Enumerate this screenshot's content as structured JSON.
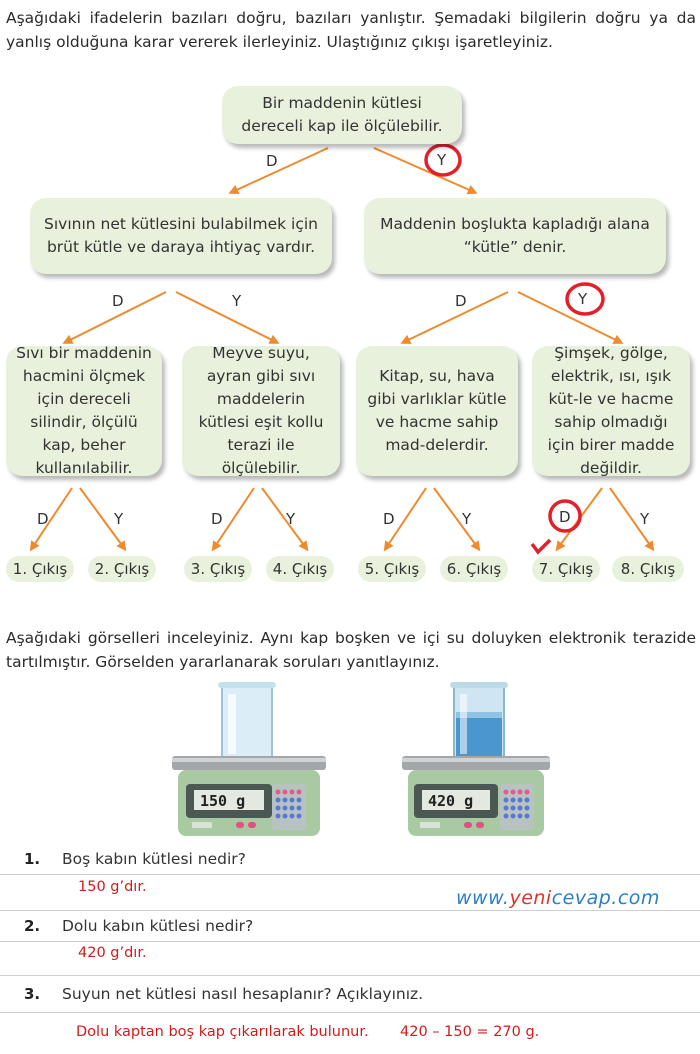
{
  "intro": "Aşağıdaki ifadelerin bazıları doğru, bazıları yanlıştır. Şemadaki bilgilerin doğru ya da yanlış olduğuna karar vererek ilerleyiniz. Ulaştığınız çıkışı işaretleyiniz.",
  "tree": {
    "root": "Bir maddenin kütlesi dereceli kap ile ölçülebilir.",
    "level2": [
      "Sıvının net kütlesini bulabilmek için brüt kütle ve daraya ihtiyaç vardır.",
      "Maddenin boşlukta kapladığı alana “kütle” denir."
    ],
    "level3": [
      "Sıvı bir maddenin hacmini ölçmek için dereceli silindir, ölçülü kap, beher kullanılabilir.",
      "Meyve suyu, ayran gibi sıvı maddelerin kütlesi eşit kollu terazi ile ölçülebilir.",
      "Kitap, su, hava gibi varlıklar kütle ve hacme sahip mad-delerdir.",
      "Şimşek, gölge, elektrik, ısı, ışık küt-le ve hacme sahip olmadığı için birer madde değildir."
    ],
    "d_label": "D",
    "y_label": "Y",
    "exits": [
      "1. Çıkış",
      "2. Çıkış",
      "3. Çıkış",
      "4. Çıkış",
      "5. Çıkış",
      "6. Çıkış",
      "7. Çıkış",
      "8. Çıkış"
    ],
    "marked_exit": "7. Çıkış"
  },
  "section2_intro": "Aşağıdaki görselleri inceleyiniz. Aynı kap boşken ve içi su doluyken elektronik terazide tartılmıştır. Görselden yararlanarak soruları yanıtlayınız.",
  "scales": [
    {
      "reading": "150 g",
      "state": "empty"
    },
    {
      "reading": "420 g",
      "state": "full"
    }
  ],
  "questions": [
    {
      "num": "1.",
      "text": "Boş kabın kütlesi nedir?",
      "answer": "150 g’dır."
    },
    {
      "num": "2.",
      "text": "Dolu kabın kütlesi nedir?",
      "answer": "420 g’dır."
    },
    {
      "num": "3.",
      "text": "Suyun net kütlesi nasıl hesaplanır? Açıklayınız.",
      "answer": "Dolu kaptan boş kap çıkarılarak bulunur.",
      "answer2": "420 – 150 = 270 g."
    }
  ],
  "watermark": {
    "pre": "www.",
    "red": "yeni",
    "post": "cevap.com"
  },
  "colors": {
    "box_bg": "#e8f1dc",
    "arrow": "#f08a2c",
    "mark": "#e3202a",
    "answer": "#d11c1c",
    "watermark": "#2a7fc9"
  }
}
